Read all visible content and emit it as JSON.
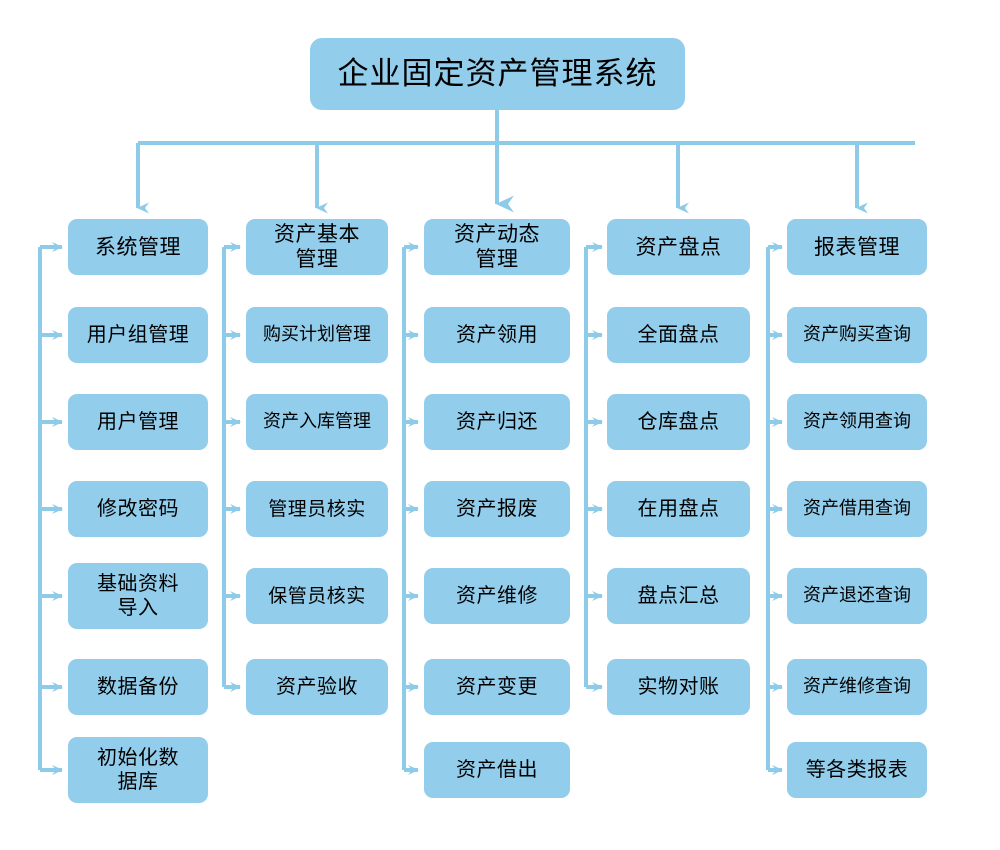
{
  "diagram": {
    "title": "企业固定资产管理系统",
    "type": "organization-chart",
    "theme": {
      "node_fill": "#92cdeb",
      "connector": "#8ecbe8",
      "text": "#000000",
      "background": "#ffffff"
    },
    "root": {
      "label": "企业固定资产管理系统"
    },
    "branches": [
      {
        "head": "系统管理",
        "children": [
          "用户组管理",
          "用户管理",
          "修改密码",
          "基础资料\n导入",
          "数据备份",
          "初始化数\n据库"
        ]
      },
      {
        "head": "资产基本\n管理",
        "children": [
          "购买计划管理",
          "资产入库管理",
          "管理员核实",
          "保管员核实",
          "资产验收"
        ]
      },
      {
        "head": "资产动态\n管理",
        "children": [
          "资产领用",
          "资产归还",
          "资产报废",
          "资产维修",
          "资产变更",
          "资产借出"
        ]
      },
      {
        "head": "资产盘点",
        "children": [
          "全面盘点",
          "仓库盘点",
          "在用盘点",
          "盘点汇总",
          "实物对账"
        ]
      },
      {
        "head": "报表管理",
        "children": [
          "资产购买查询",
          "资产领用查询",
          "资产借用查询",
          "资产退还查询",
          "资产维修查询",
          "等各类报表"
        ]
      }
    ]
  }
}
